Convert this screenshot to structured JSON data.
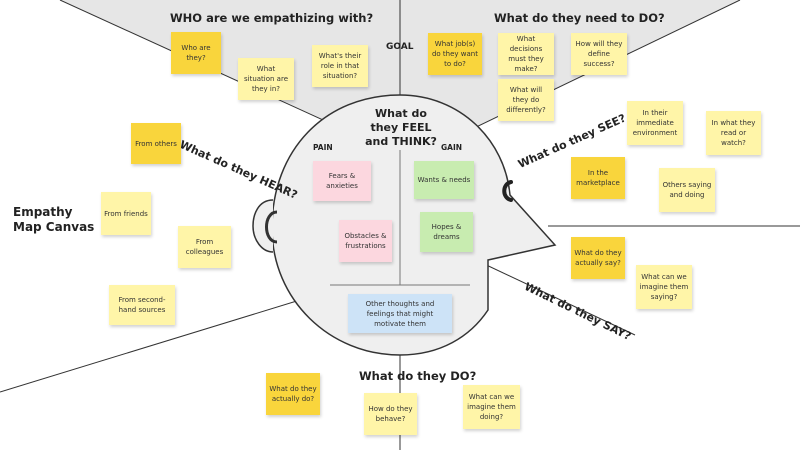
{
  "sections": {
    "empathizing": "WHO are we empathizing with?",
    "need_to_do": "What do they need to DO?",
    "goal": "GOAL",
    "feel_think": "What do they FEEL and THINK?",
    "hear": "What do they HEAR?",
    "see": "What do they SEE?",
    "say": "What do they SAY?",
    "do": "What do they DO?",
    "pain": "PAIN",
    "gain": "GAIN"
  },
  "canvas_title": "Empathy Map Canvas",
  "notes": {
    "who": "Who are they?",
    "situation": "What situation are they in?",
    "role": "What's their role in that situation?",
    "jobs": "What job(s) do they want to do?",
    "decisions": "What decisions must they make?",
    "define_success": "How will they define success?",
    "differently": "What will they do differently?",
    "from_others": "From others",
    "from_friends": "From friends",
    "from_colleagues": "From colleagues",
    "from_second_hand": "From second-hand sources",
    "fears": "Fears & anxieties",
    "obstacles": "Obstacles & frustrations",
    "wants": "Wants & needs",
    "hopes": "Hopes & dreams",
    "other_thoughts": "Other thoughts and feelings that might motivate them",
    "environment": "In their immediate environment",
    "read_watch": "In what they read or watch?",
    "marketplace": "In the marketplace",
    "others_saying": "Others saying and doing",
    "actually_say": "What do they actually say?",
    "imagine_saying": "What can we imagine them saying?",
    "actually_do": "What do they actually do?",
    "behave": "How do they behave?",
    "imagine_doing": "What can we imagine them doing?"
  },
  "colors": {
    "top_band": "#e6e6e6",
    "sticky_light": "#fff5a8",
    "sticky_dark": "#f9d53c",
    "pain": "#fcd7df",
    "gain": "#c8ecb0",
    "motivation": "#cde3f7"
  }
}
